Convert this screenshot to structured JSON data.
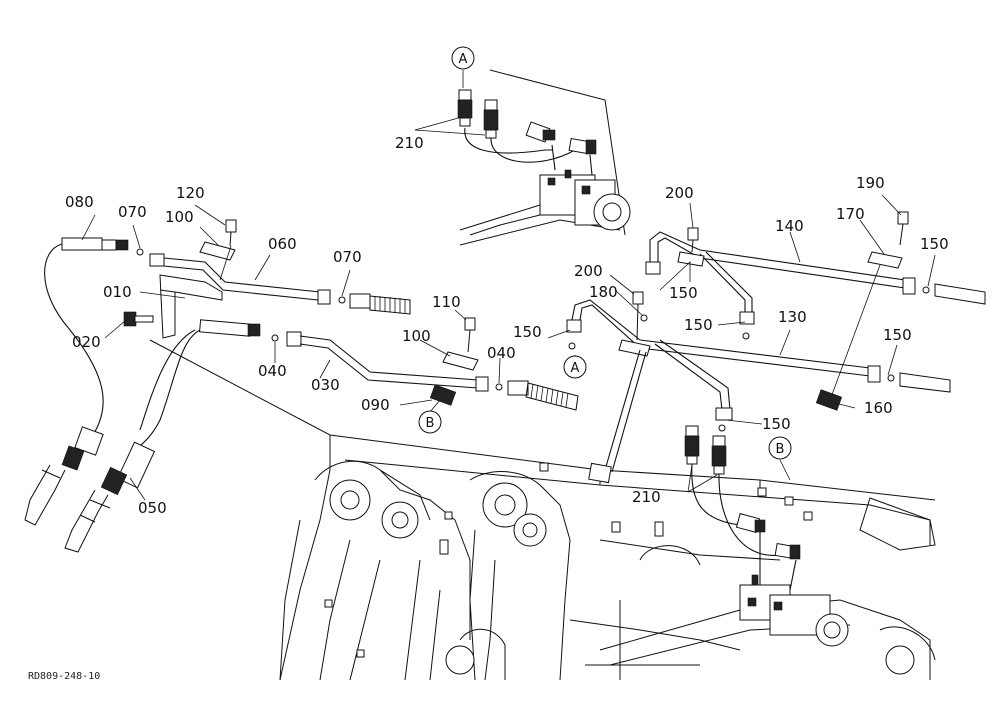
{
  "drawing_code": "RD809-248-10",
  "ref_circles": {
    "a_top": "A",
    "a_mid": "A",
    "b_left": "B",
    "b_right": "B"
  },
  "labels": {
    "p210_top": "210",
    "p080": "080",
    "p070_left": "070",
    "p120": "120",
    "p100_top": "100",
    "p060": "060",
    "p070_right": "070",
    "p010": "010",
    "p020": "020",
    "p110": "110",
    "p100_mid": "100",
    "p040_left": "040",
    "p040_right": "040",
    "p030": "030",
    "p090": "090",
    "p050": "050",
    "p200_top": "200",
    "p140": "140",
    "p190": "190",
    "p170": "170",
    "p150_a": "150",
    "p200_mid": "200",
    "p180": "180",
    "p150_b": "150",
    "p150_c": "150",
    "p150_d": "150",
    "p130": "130",
    "p150_e": "150",
    "p160": "160",
    "p150_f": "150",
    "p210_bottom": "210"
  }
}
